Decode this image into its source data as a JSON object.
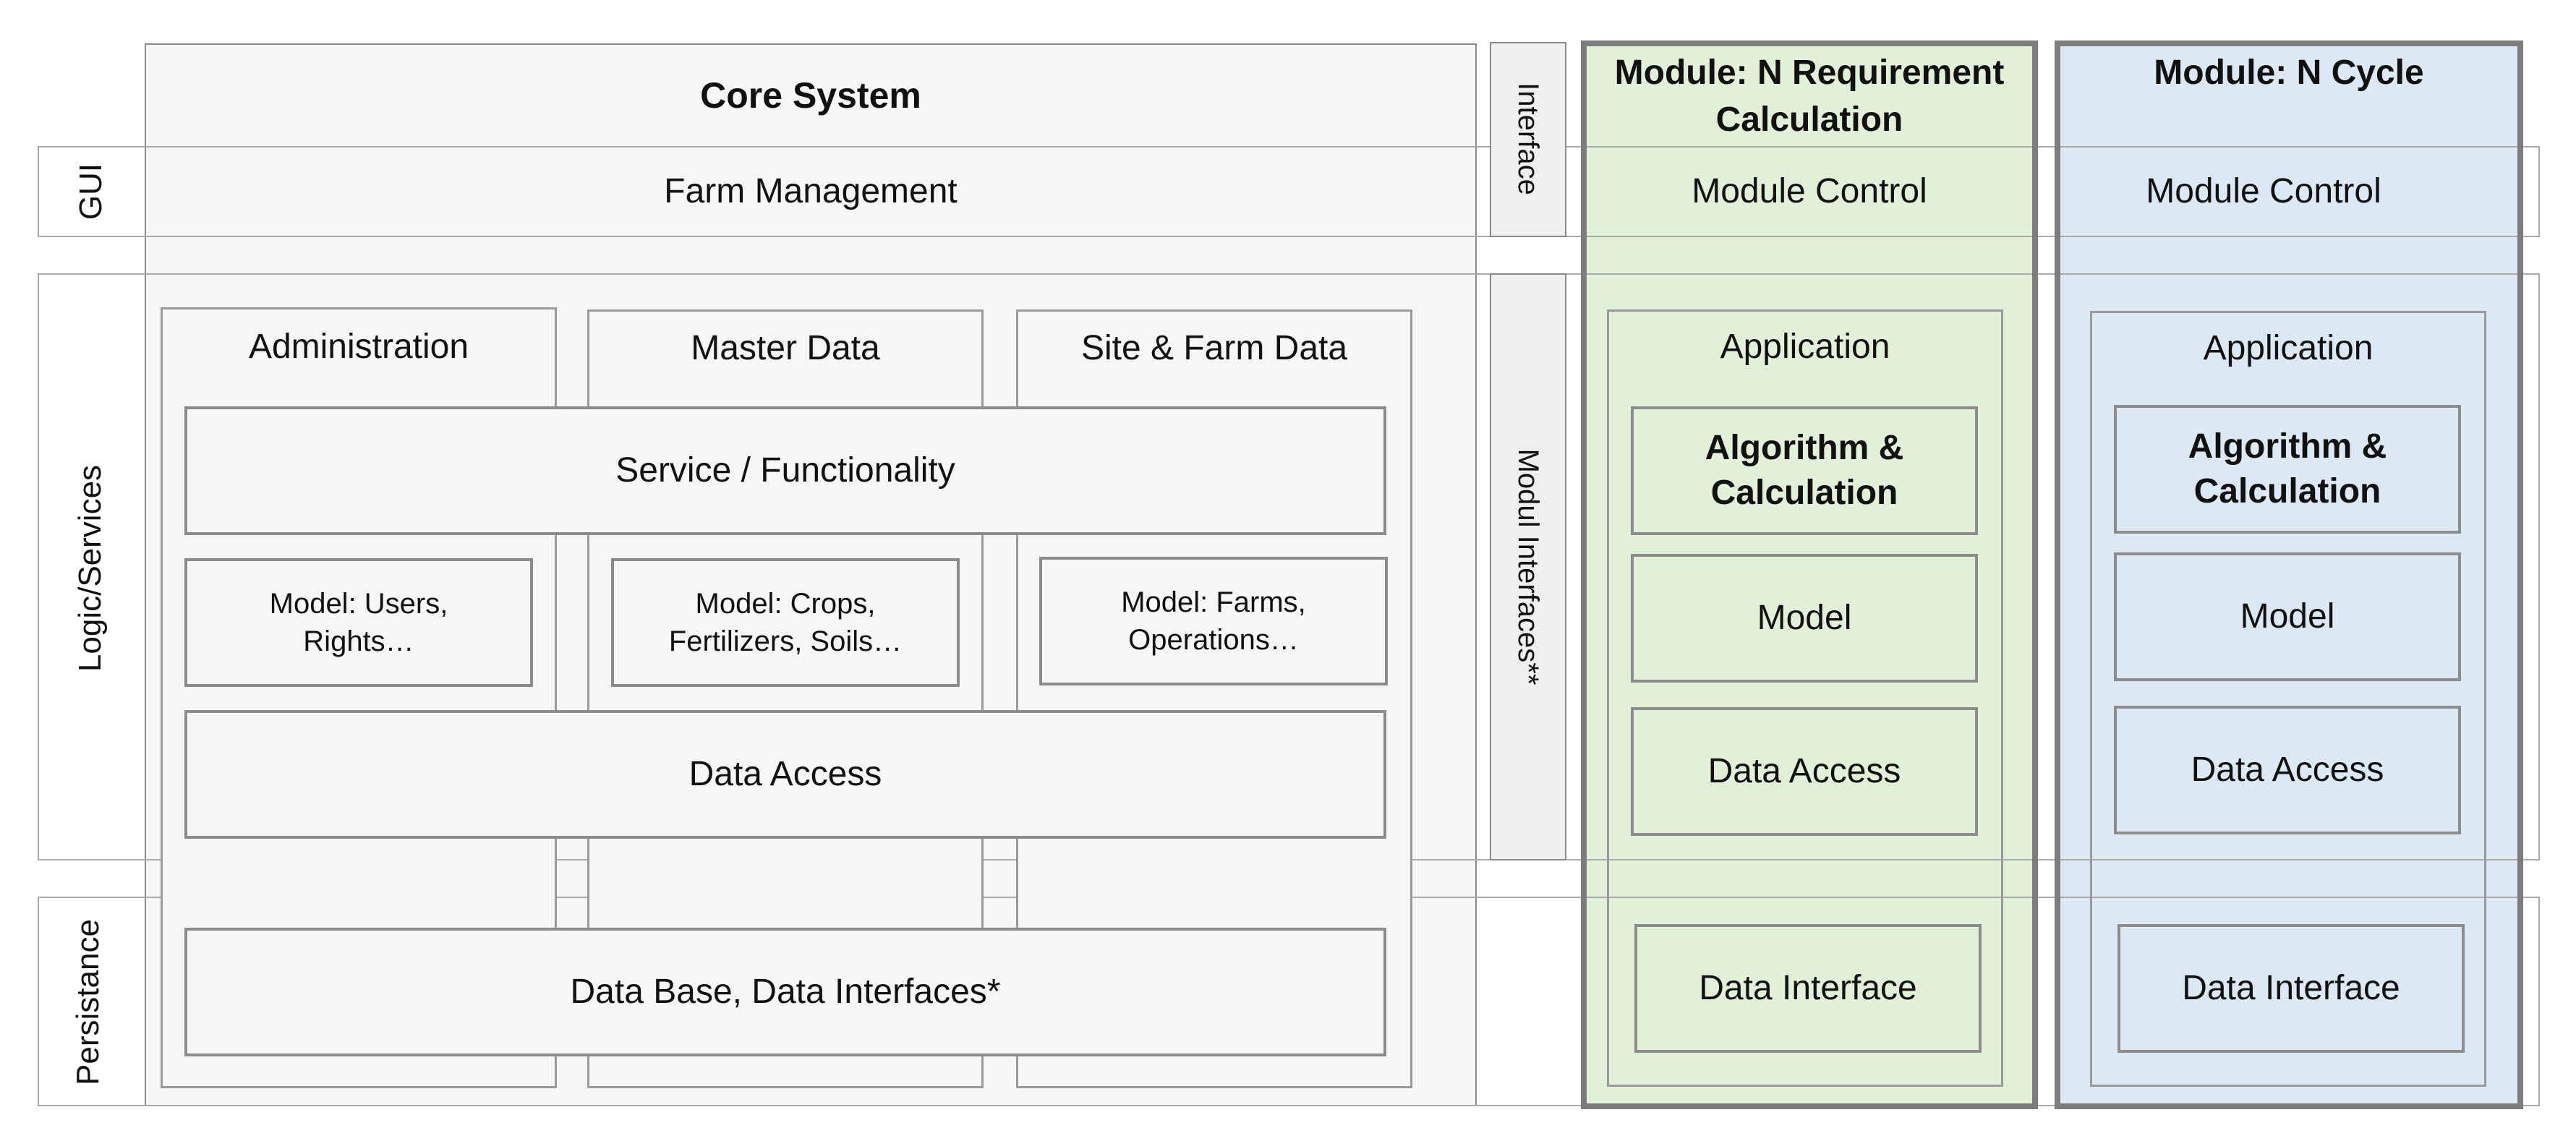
{
  "layers": {
    "gui": "GUI",
    "logic": "Logic/Services",
    "persistance": "Persistance"
  },
  "core": {
    "title": "Core System",
    "farm_management": "Farm Management",
    "columns": [
      "Administration",
      "Master Data",
      "Site & Farm Data"
    ],
    "service": "Service / Functionality",
    "models": [
      "Model: Users,\nRights…",
      "Model: Crops,\nFertilizers, Soils…",
      "Model: Farms,\nOperations…"
    ],
    "data_access": "Data Access",
    "data_base": "Data Base, Data Interfaces*"
  },
  "interface": {
    "top": "Interface",
    "modul": "Modul Interfaces**"
  },
  "module_n_req": {
    "title": "Module: N Requirement\nCalculation",
    "control": "Module Control",
    "application": "Application",
    "algorithm": "Algorithm &\nCalculation",
    "model": "Model",
    "data_access": "Data Access",
    "data_interface": "Data Interface",
    "color": "#e2efd9"
  },
  "module_n_cycle": {
    "title": "Module: N Cycle",
    "control": "Module Control",
    "application": "Application",
    "algorithm": "Algorithm &\nCalculation",
    "model": "Model",
    "data_access": "Data Access",
    "data_interface": "Data Interface",
    "color": "#dde8f5"
  }
}
